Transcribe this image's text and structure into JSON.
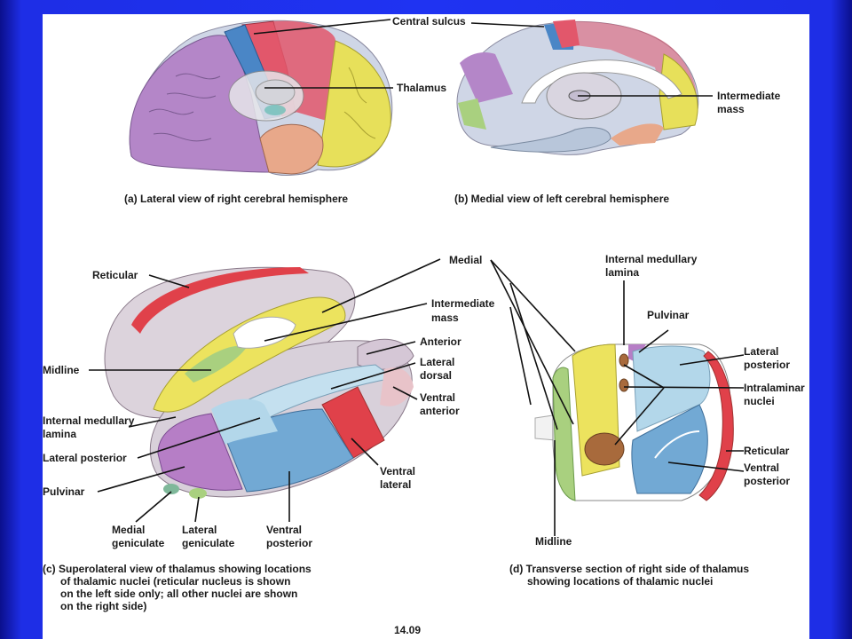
{
  "panel_a": {
    "caption": "(a) Lateral view of right cerebral hemisphere",
    "labels": {
      "central_sulcus": "Central sulcus",
      "thalamus": "Thalamus"
    }
  },
  "panel_b": {
    "caption": "(b) Medial view of left cerebral hemisphere",
    "labels": {
      "intermediate_mass_1": "Intermediate",
      "intermediate_mass_2": "mass"
    }
  },
  "panel_c": {
    "caption_lines": [
      "(c) Superolateral view of thalamus showing locations",
      "of thalamic nuclei (reticular nucleus is shown",
      "on the left side only; all other nuclei are shown",
      "on the right side)"
    ],
    "labels": {
      "reticular": "Reticular",
      "medial": "Medial",
      "intermediate_1": "Intermediate",
      "intermediate_2": "mass",
      "anterior": "Anterior",
      "midline": "Midline",
      "lateral_dorsal_1": "Lateral",
      "lateral_dorsal_2": "dorsal",
      "ventral_anterior_1": "Ventral",
      "ventral_anterior_2": "anterior",
      "internal_lamina_1": "Internal medullary",
      "internal_lamina_2": "lamina",
      "lateral_posterior": "Lateral posterior",
      "pulvinar": "Pulvinar",
      "ventral_lateral_1": "Ventral",
      "ventral_lateral_2": "lateral",
      "medial_geniculate_1": "Medial",
      "medial_geniculate_2": "geniculate",
      "lateral_geniculate_1": "Lateral",
      "lateral_geniculate_2": "geniculate",
      "ventral_posterior_1": "Ventral",
      "ventral_posterior_2": "posterior"
    }
  },
  "panel_d": {
    "caption_lines": [
      "(d) Transverse section of right side of thalamus",
      "showing locations of thalamic nuclei"
    ],
    "labels": {
      "internal_lamina_1": "Internal medullary",
      "internal_lamina_2": "lamina",
      "pulvinar": "Pulvinar",
      "lateral_posterior_1": "Lateral",
      "lateral_posterior_2": "posterior",
      "intralaminar_1": "Intralaminar",
      "intralaminar_2": "nuclei",
      "reticular": "Reticular",
      "ventral_posterior_1": "Ventral",
      "ventral_posterior_2": "posterior",
      "midline": "Midline"
    }
  },
  "figure_number": "14.09",
  "colors": {
    "frontal": "#b486c8",
    "parietal": "#e7e05a",
    "temporal": "#e8a88a",
    "occipital": "#cfd6e6",
    "precentral": "#e2576b",
    "postcentral": "#4a86c6",
    "thalamus": "#cfcfd4",
    "reticular": "#e0414a",
    "ventral_posterior": "#72a9d4",
    "lateral_posterior": "#b3d7ea",
    "pulvinar": "#b67ec6",
    "medial": "#ece35e",
    "midline": "#a9d07f",
    "intralaminar": "#a86a3c"
  }
}
